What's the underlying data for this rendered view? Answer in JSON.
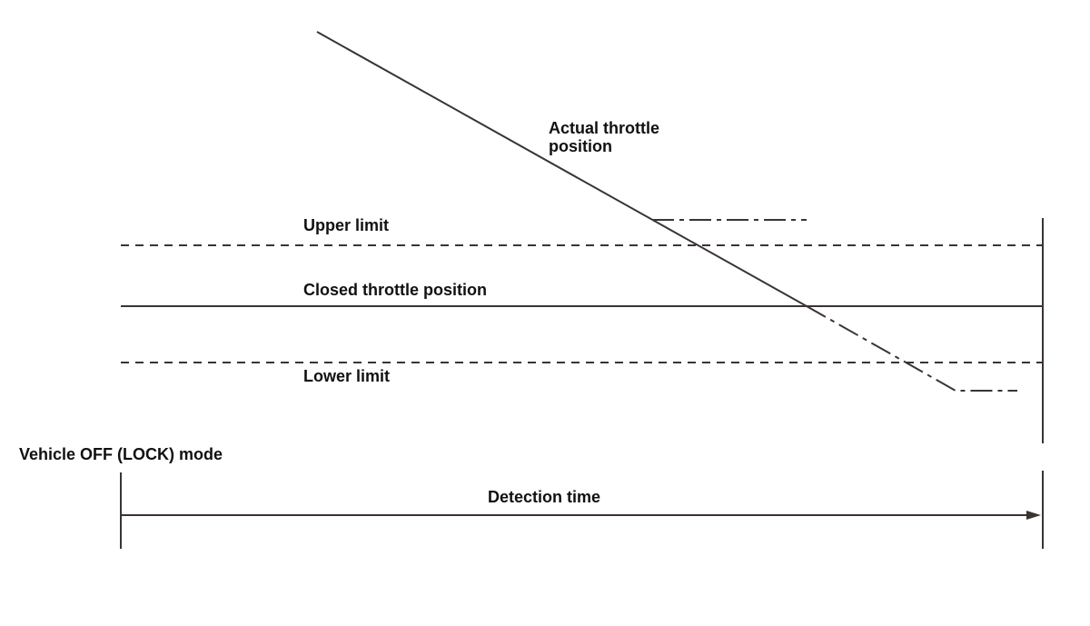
{
  "labels": {
    "actual_line1": "Actual throttle",
    "actual_line2": "position",
    "upper_limit": "Upper limit",
    "closed_position": "Closed throttle position",
    "lower_limit": "Lower limit",
    "vehicle_mode": "Vehicle OFF (LOCK) mode",
    "detection_time": "Detection time"
  },
  "colors": {
    "line": "#3a3432",
    "text": "#111111",
    "background": "#ffffff"
  }
}
